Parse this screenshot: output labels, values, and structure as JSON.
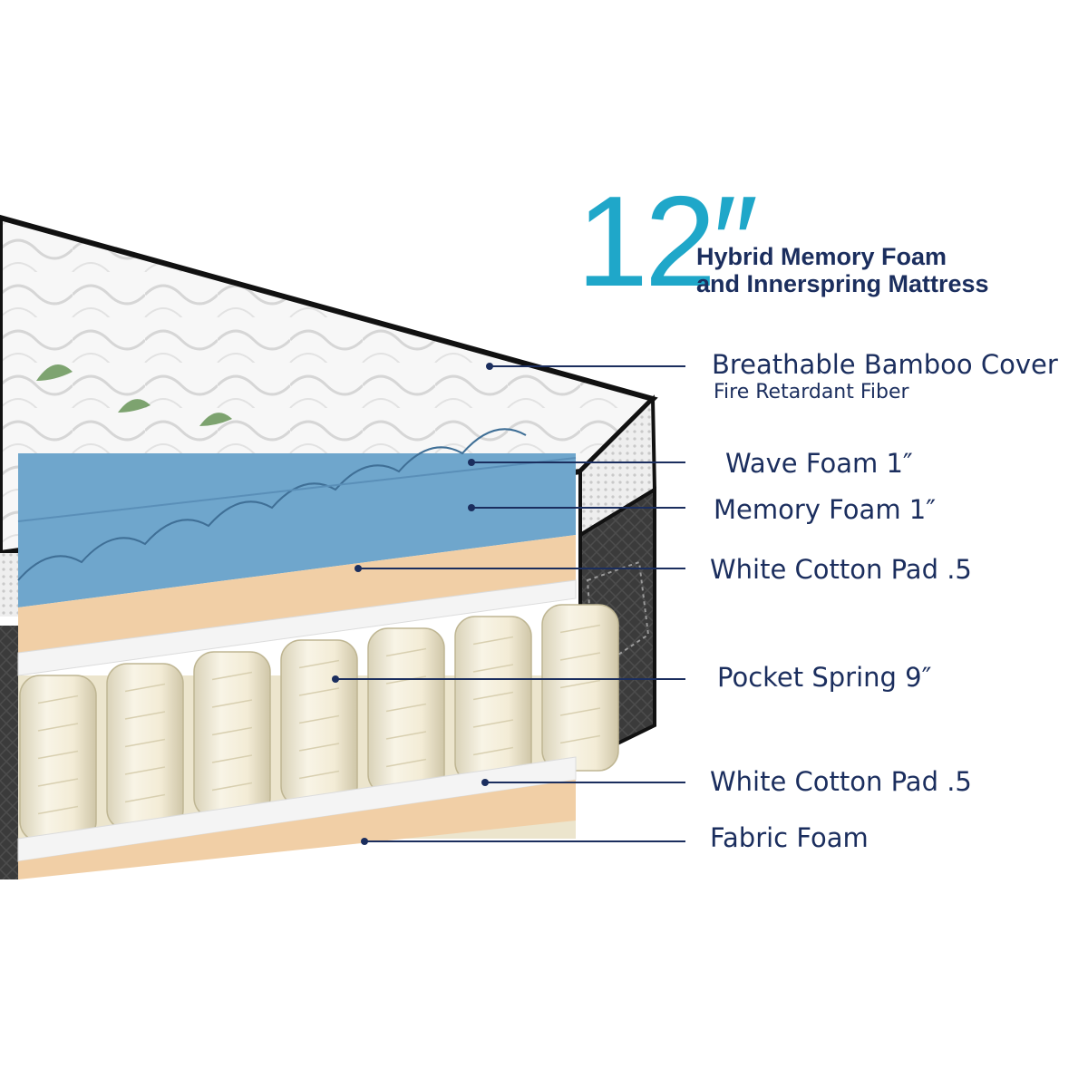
{
  "title": {
    "size": "12″",
    "line1": "Hybrid Memory Foam",
    "line2": "and Innerspring Mattress"
  },
  "layers": [
    {
      "label": "Breathable Bamboo Cover",
      "sublabel": "Fire Retardant Fiber"
    },
    {
      "label": "Wave Foam  1″"
    },
    {
      "label": "Memory Foam 1″"
    },
    {
      "label": "White Cotton Pad .5"
    },
    {
      "label": "Pocket Spring 9″"
    },
    {
      "label": "White Cotton Pad .5"
    },
    {
      "label": "Fabric Foam"
    }
  ],
  "colors": {
    "accent": "#1fa7c9",
    "text": "#1b2e5e",
    "wave_foam": "#6fa6cc",
    "memory_foam": "#f1cfa6",
    "cotton_pad": "#f4f4f4",
    "spring": "#f3eedc",
    "side_panel": "#3a3a3a"
  }
}
